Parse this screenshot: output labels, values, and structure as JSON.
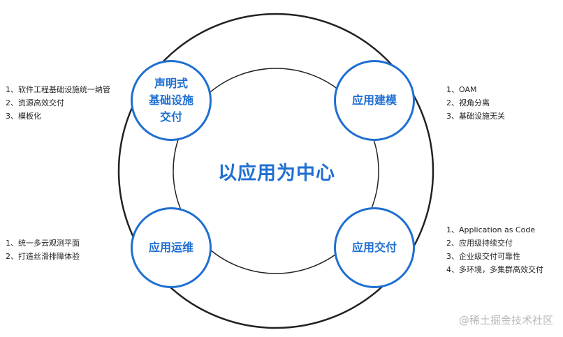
{
  "center": {
    "title": "以应用为中心"
  },
  "nodes": {
    "top_left": {
      "lines": [
        "声明式",
        "基础设施",
        "交付"
      ]
    },
    "top_right": {
      "label": "应用建模"
    },
    "bottom_left": {
      "label": "应用运维"
    },
    "bottom_right": {
      "label": "应用交付"
    }
  },
  "notes": {
    "top_left": [
      "1、软件工程基础设施统一纳管",
      "2、资源高效交付",
      "3、模板化"
    ],
    "top_right": [
      "1、OAM",
      "2、视角分离",
      "3、基础设施无关"
    ],
    "bottom_left": [
      "1、统一多云观测平面",
      "2、打造丝滑排障体验"
    ],
    "bottom_right": [
      "1、Application as Code",
      "2、应用级持续交付",
      "3、企业级交付可靠性",
      "4、多环境，多集群高效交付"
    ]
  },
  "watermark": "@稀土掘金技术社区",
  "colors": {
    "accent": "#1f6fd1",
    "ring": "#222222",
    "text": "#222222",
    "watermark": "#b8b8b8"
  }
}
